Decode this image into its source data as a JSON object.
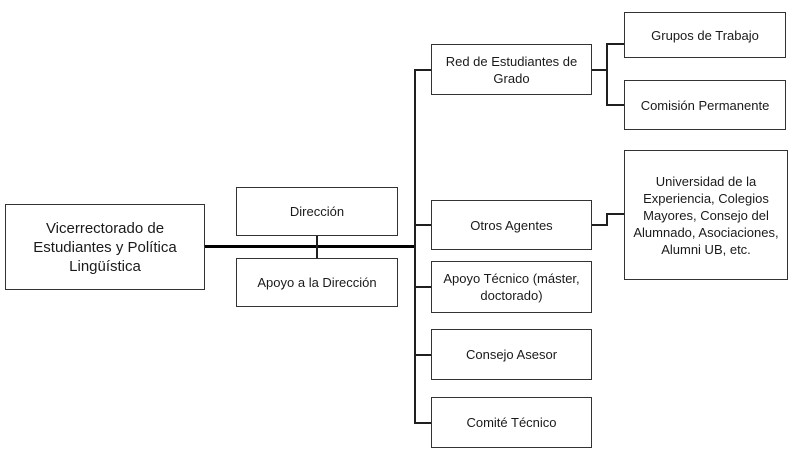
{
  "nodes": {
    "vicerrectorado": "Vicerrectorado de Estudiantes y Política Lingüística",
    "direccion": "Dirección",
    "apoyo_direccion": "Apoyo a la Dirección",
    "red_estudiantes": "Red de Estudiantes de Grado",
    "grupos_trabajo": "Grupos de Trabajo",
    "comision_permanente": "Comisión Permanente",
    "otros_agentes": "Otros Agentes",
    "otros_agentes_detalle": "Universidad de la Experiencia, Colegios Mayores, Consejo del Alumnado, Asociaciones, Alumni UB, etc.",
    "apoyo_tecnico": "Apoyo Técnico (máster, doctorado)",
    "consejo_asesor": "Consejo Asesor",
    "comite_tecnico": "Comité Técnico"
  },
  "colors": {
    "border": "#333333",
    "connector": "#1f1f1f",
    "main_connector": "#000000",
    "background": "#ffffff"
  }
}
